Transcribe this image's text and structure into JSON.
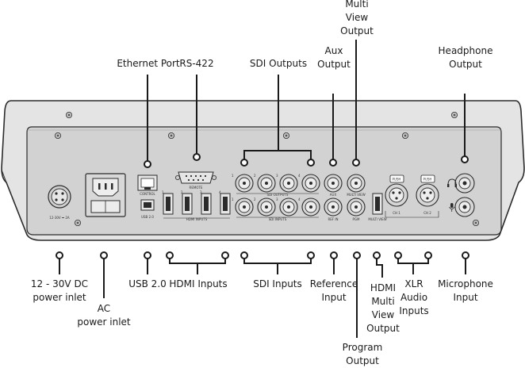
{
  "top_labels": {
    "ethernet_port": "Ethernet Port",
    "rs422": "RS-422",
    "sdi_outputs": "SDI Outputs",
    "aux_output": "Aux\nOutput",
    "multiview_output": "Multi\nView\nOutput",
    "headphone_output": "Headphone\nOutput"
  },
  "bottom_labels": {
    "dc_power_inlet": "12 - 30V DC\npower inlet",
    "ac_power_inlet": "AC\npower inlet",
    "usb": "USB 2.0",
    "hdmi_inputs": "HDMI Inputs",
    "sdi_inputs": "SDI Inputs",
    "reference_input": "Reference\nInput",
    "hdmi_multiview_output": "HDMI\nMulti\nView\nOutput",
    "program_output": "Program\nOutput",
    "xlr_audio_inputs": "XLR\nAudio\nInputs",
    "microphone_input": "Microphone\nInput"
  },
  "panel_text": {
    "dc_spec": "12-30V ⎓ 2A",
    "control": "CONTROL",
    "usb_20": "USB 2.0",
    "remote": "REMOTE",
    "hdmi_inputs": "HDMI INPUTS",
    "sdi_outputs": "SDI OUTPUTS",
    "sdi_inputs": "SDI INPUTS",
    "aux": "AUX",
    "multiview": "MULTI VIEW",
    "ref_in": "REF IN",
    "pgm": "PGM",
    "multiview_hdmi": "MULTI VIEW",
    "ch1": "CH 1",
    "ch2": "CH 2",
    "push": "PUSH",
    "hdmi_nums": [
      "1",
      "2",
      "3",
      "4"
    ],
    "sdi_out_nums": [
      "1",
      "2",
      "3",
      "4"
    ],
    "sdi_in_nums": [
      "1",
      "2",
      "3",
      "4"
    ]
  },
  "colors": {
    "body_fill": "#e4e4e4",
    "panel_fill": "#d2d2d2",
    "outline": "#2b2b2b",
    "leader": "#1a1a1a"
  }
}
